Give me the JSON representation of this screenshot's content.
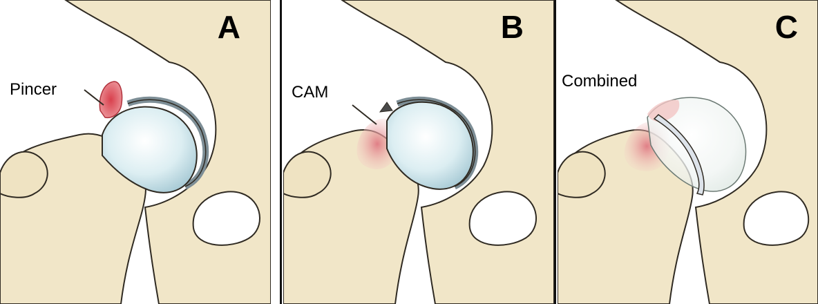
{
  "panels": [
    {
      "letter": "A",
      "label": "Pincer"
    },
    {
      "letter": "B",
      "label": "CAM"
    },
    {
      "letter": "C",
      "label": "Combined"
    }
  ],
  "colors": {
    "bone": "#f1e6c8",
    "bone_outline": "#2f2a22",
    "cartilage": "#7d8e96",
    "femoral_head": "#dceef2",
    "lesion": "#e07f86",
    "divider": "#111111"
  }
}
